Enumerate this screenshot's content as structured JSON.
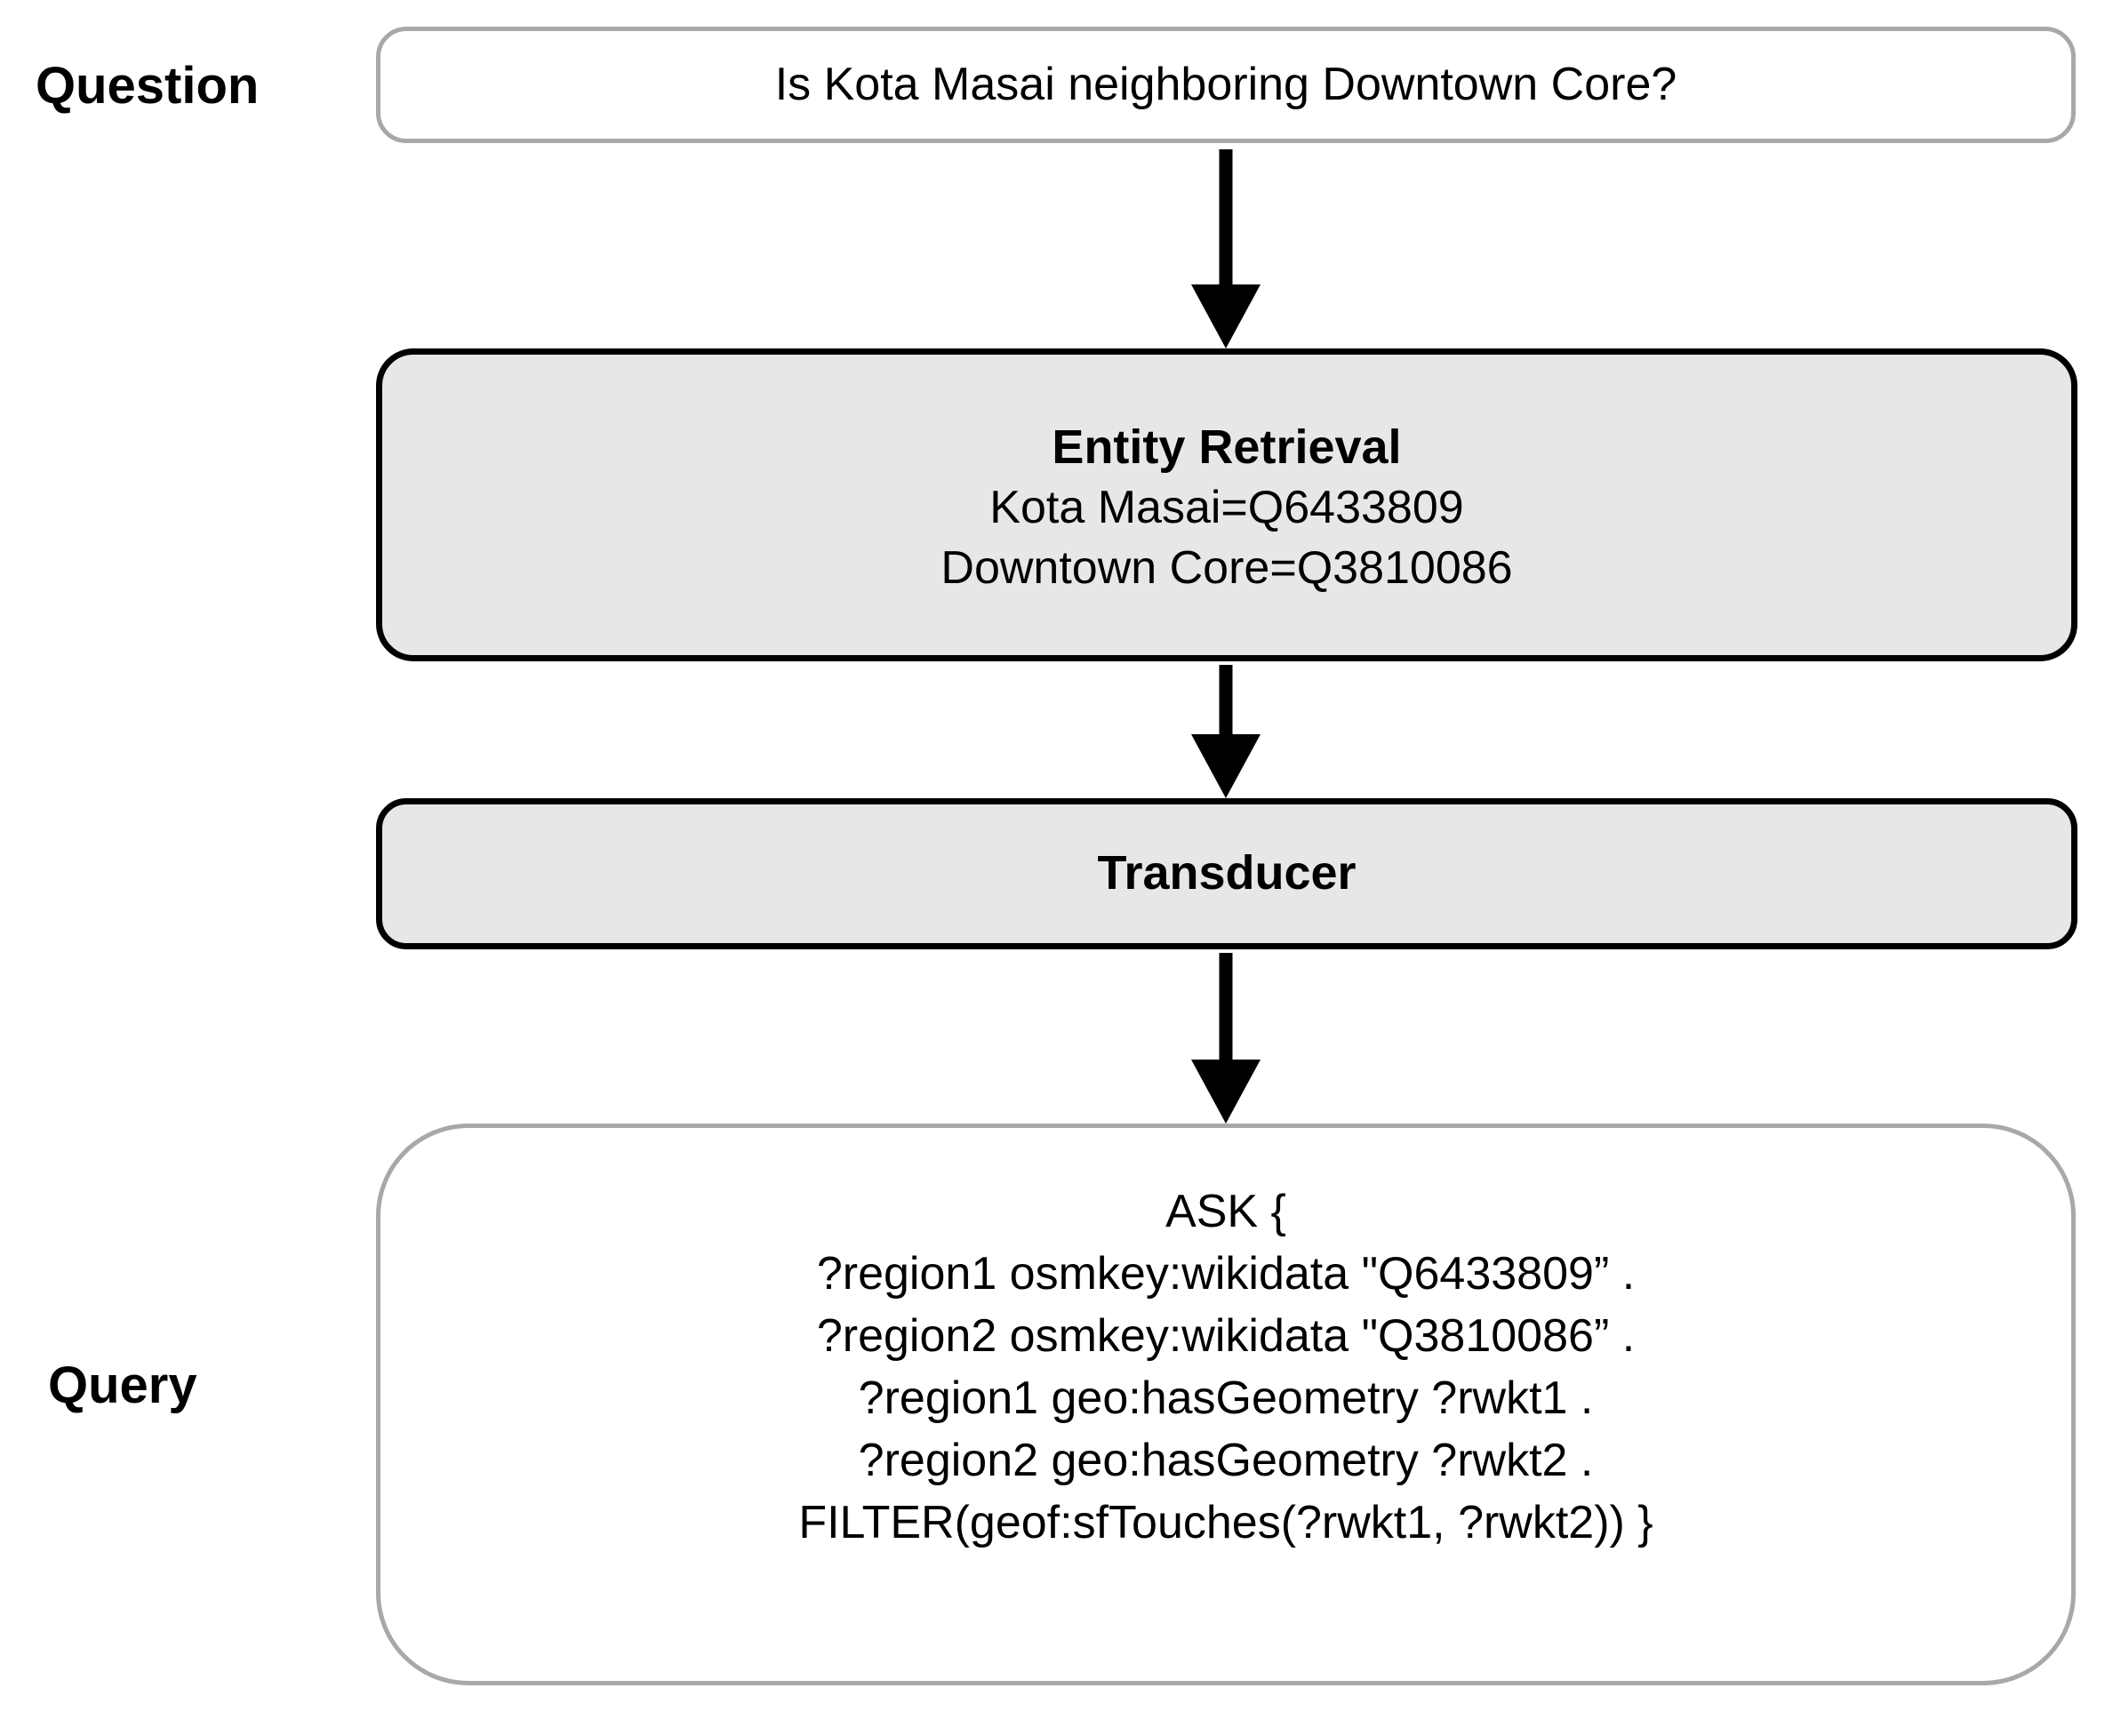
{
  "labels": {
    "question": "Question",
    "query": "Query"
  },
  "nodes": {
    "question": {
      "name": "Question",
      "text": "Is Kota Masai neighboring Downtown Core?",
      "fill": "#ffffff",
      "stroke": "#a8a8a8"
    },
    "entity_retrieval": {
      "name": "Entity Retrieval",
      "title": "Entity Retrieval",
      "lines": [
        "Kota Masai=Q6433809",
        "Downtown Core=Q3810086"
      ],
      "fill": "#e7e7e7",
      "stroke": "#000000"
    },
    "transducer": {
      "name": "Transducer",
      "title": "Transducer",
      "fill": "#e7e7e7",
      "stroke": "#000000"
    },
    "query": {
      "name": "Query",
      "lines": [
        "ASK {",
        "?region1 osmkey:wikidata \"Q6433809” .",
        "?region2 osmkey:wikidata \"Q3810086” .",
        "?region1 geo:hasGeometry ?rwkt1 .",
        "?region2 geo:hasGeometry ?rwkt2 .",
        "FILTER(geof:sfTouches(?rwkt1, ?rwkt2)) }"
      ],
      "fill": "#ffffff",
      "stroke": "#a8a8a8"
    }
  },
  "arrows": [
    {
      "from": "question",
      "to": "entity_retrieval"
    },
    {
      "from": "entity_retrieval",
      "to": "transducer"
    },
    {
      "from": "transducer",
      "to": "query"
    }
  ]
}
